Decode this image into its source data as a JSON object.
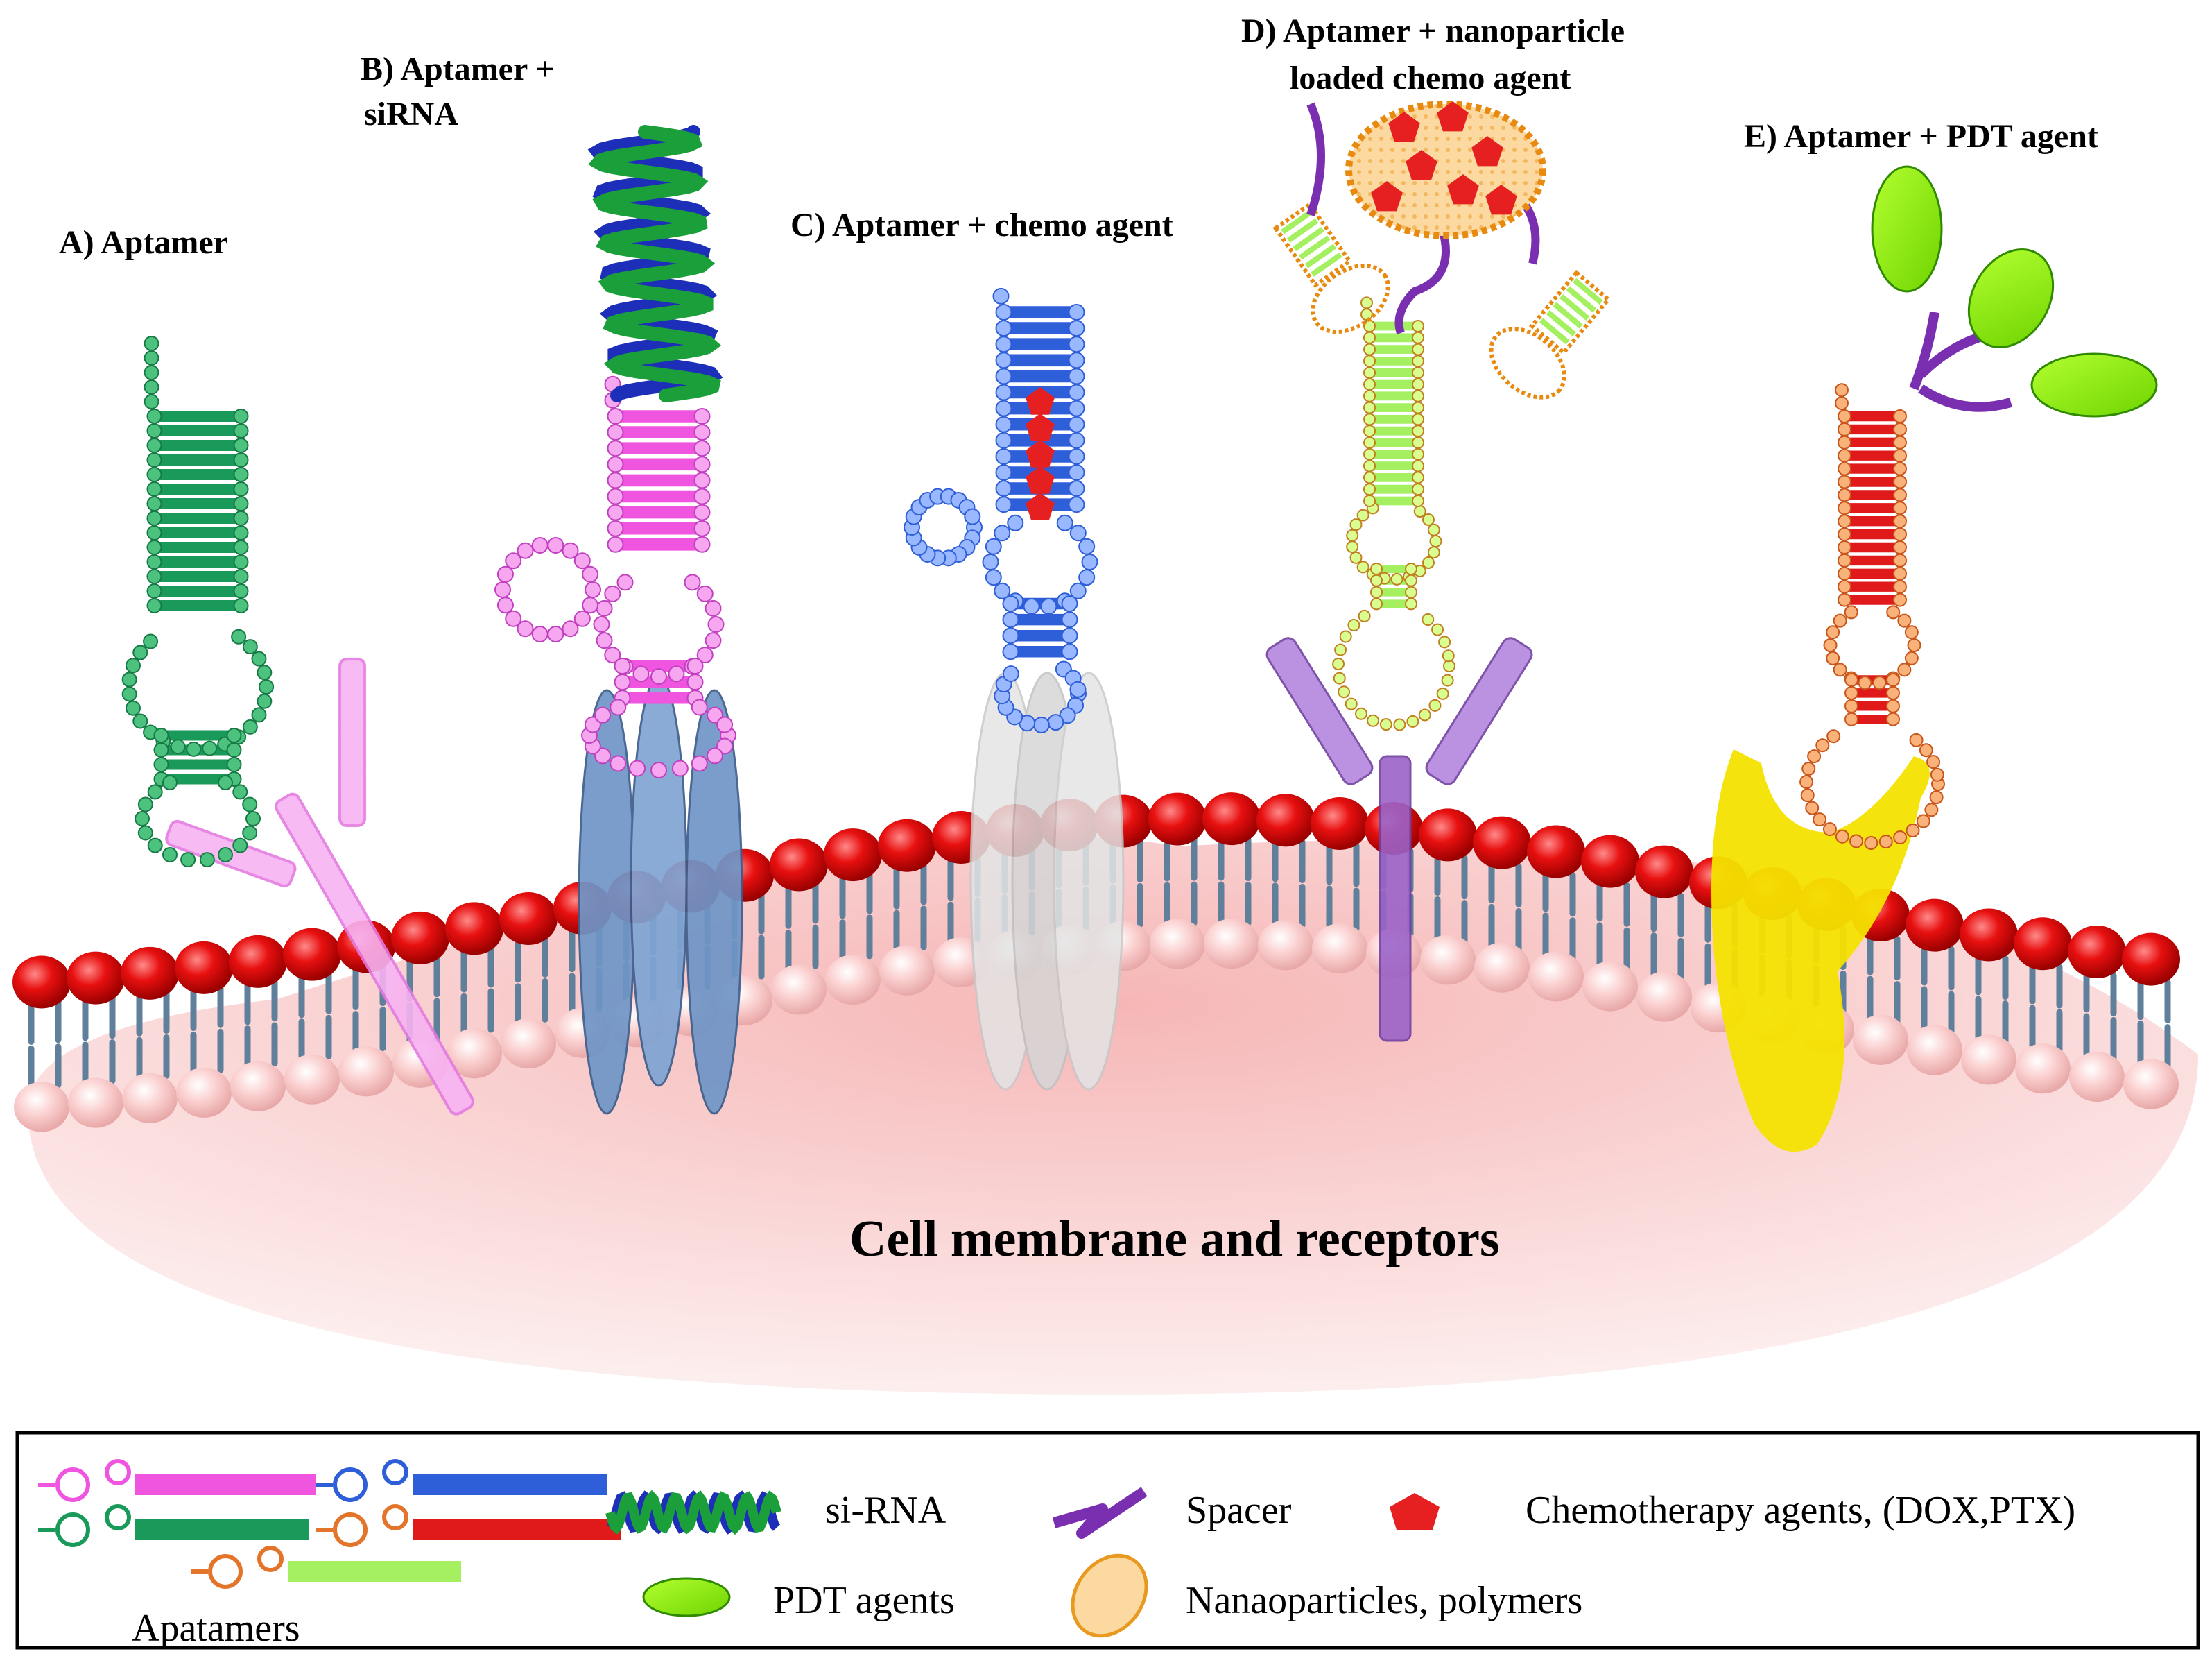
{
  "panels": {
    "a": {
      "title": "A) Aptamer"
    },
    "b": {
      "line1": "B) Aptamer +",
      "line2": "siRNA"
    },
    "c": {
      "title": "C) Aptamer + chemo agent"
    },
    "d": {
      "line1": "D) Aptamer + nanoparticle",
      "line2": "loaded chemo agent"
    },
    "e": {
      "title": "E) Aptamer + PDT agent"
    }
  },
  "membrane": {
    "label": "Cell membrane and receptors"
  },
  "legend": {
    "aptamers": "Apatamers",
    "sirna": "si-RNA",
    "spacer": "Spacer",
    "chemo": "Chemotherapy agents, (DOX,PTX)",
    "pdt": "PDT agents",
    "nano": "Nanaoparticles, polymers"
  },
  "colors": {
    "aptamer_green": "#1a9a5a",
    "aptamer_pink": "#f055e0",
    "aptamer_blue": "#2f5fd8",
    "aptamer_lime": "#a4f060",
    "aptamer_orange": "#e3742a",
    "lipid_head": "#e01010",
    "lipid_tail": "#5f7f9a",
    "inner_head": "#f7c0c0",
    "cytoplasm": "#fbd3d3",
    "sirna_green": "#1b9f3a",
    "sirna_blue": "#1d2fb8",
    "spacer": "#7a2fb0",
    "chemo": "#e62020",
    "pdt": "#82ee00",
    "nanoparticle": "#e89a20",
    "receptor_blue": "#6f95c7",
    "receptor_grey": "#d9d9d9",
    "receptor_purple": "#9a62c8",
    "receptor_yellow": "#f2e100",
    "receptor_pink": "#f4a8ee"
  }
}
